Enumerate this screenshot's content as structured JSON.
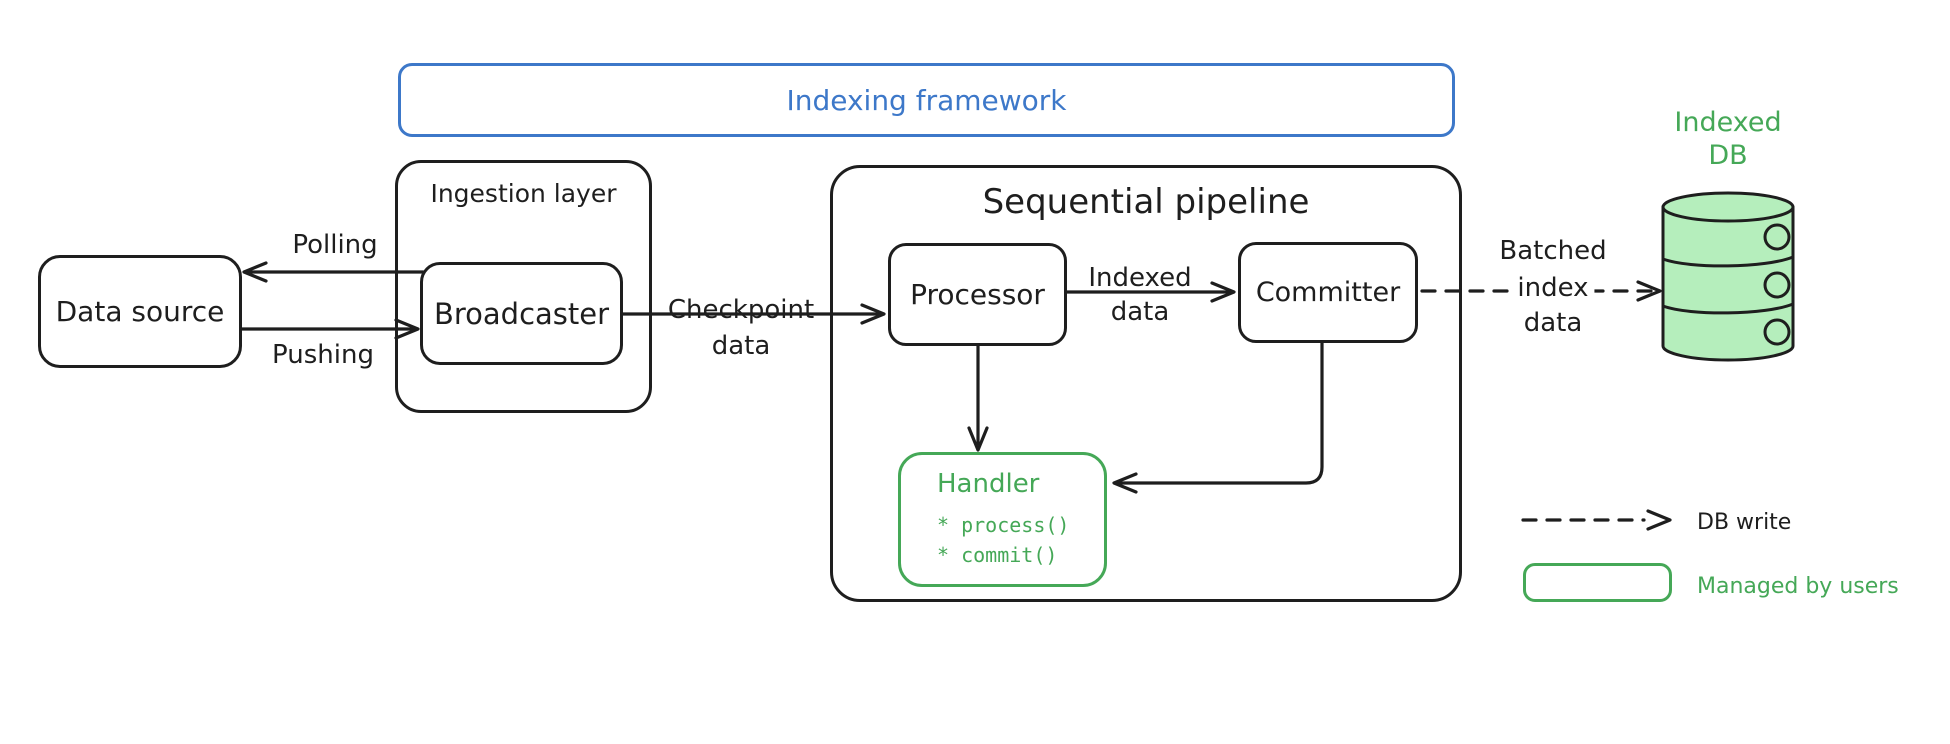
{
  "colors": {
    "blue_accent": "#3d78c9",
    "green_accent": "#45a857",
    "green_fill": "#b5eebc",
    "ink": "#1e1e1e"
  },
  "framework": {
    "label": "Indexing framework"
  },
  "data_source": {
    "label": "Data source"
  },
  "ingestion": {
    "label": "Ingestion layer",
    "broadcaster": "Broadcaster"
  },
  "pipeline": {
    "label": "Sequential pipeline",
    "processor": "Processor",
    "committer": "Committer"
  },
  "handler": {
    "title": "Handler",
    "methods": [
      "* process()",
      "* commit()"
    ]
  },
  "db": {
    "label_line1": "Indexed",
    "label_line2": "DB"
  },
  "edges": {
    "polling": "Polling",
    "pushing": "Pushing",
    "checkpoint": [
      "Checkpoint",
      "data"
    ],
    "indexed": [
      "Indexed",
      "data"
    ],
    "batched": [
      "Batched",
      "index",
      "data"
    ]
  },
  "legend": {
    "db_write": "DB write",
    "managed_by_users": "Managed by users"
  }
}
